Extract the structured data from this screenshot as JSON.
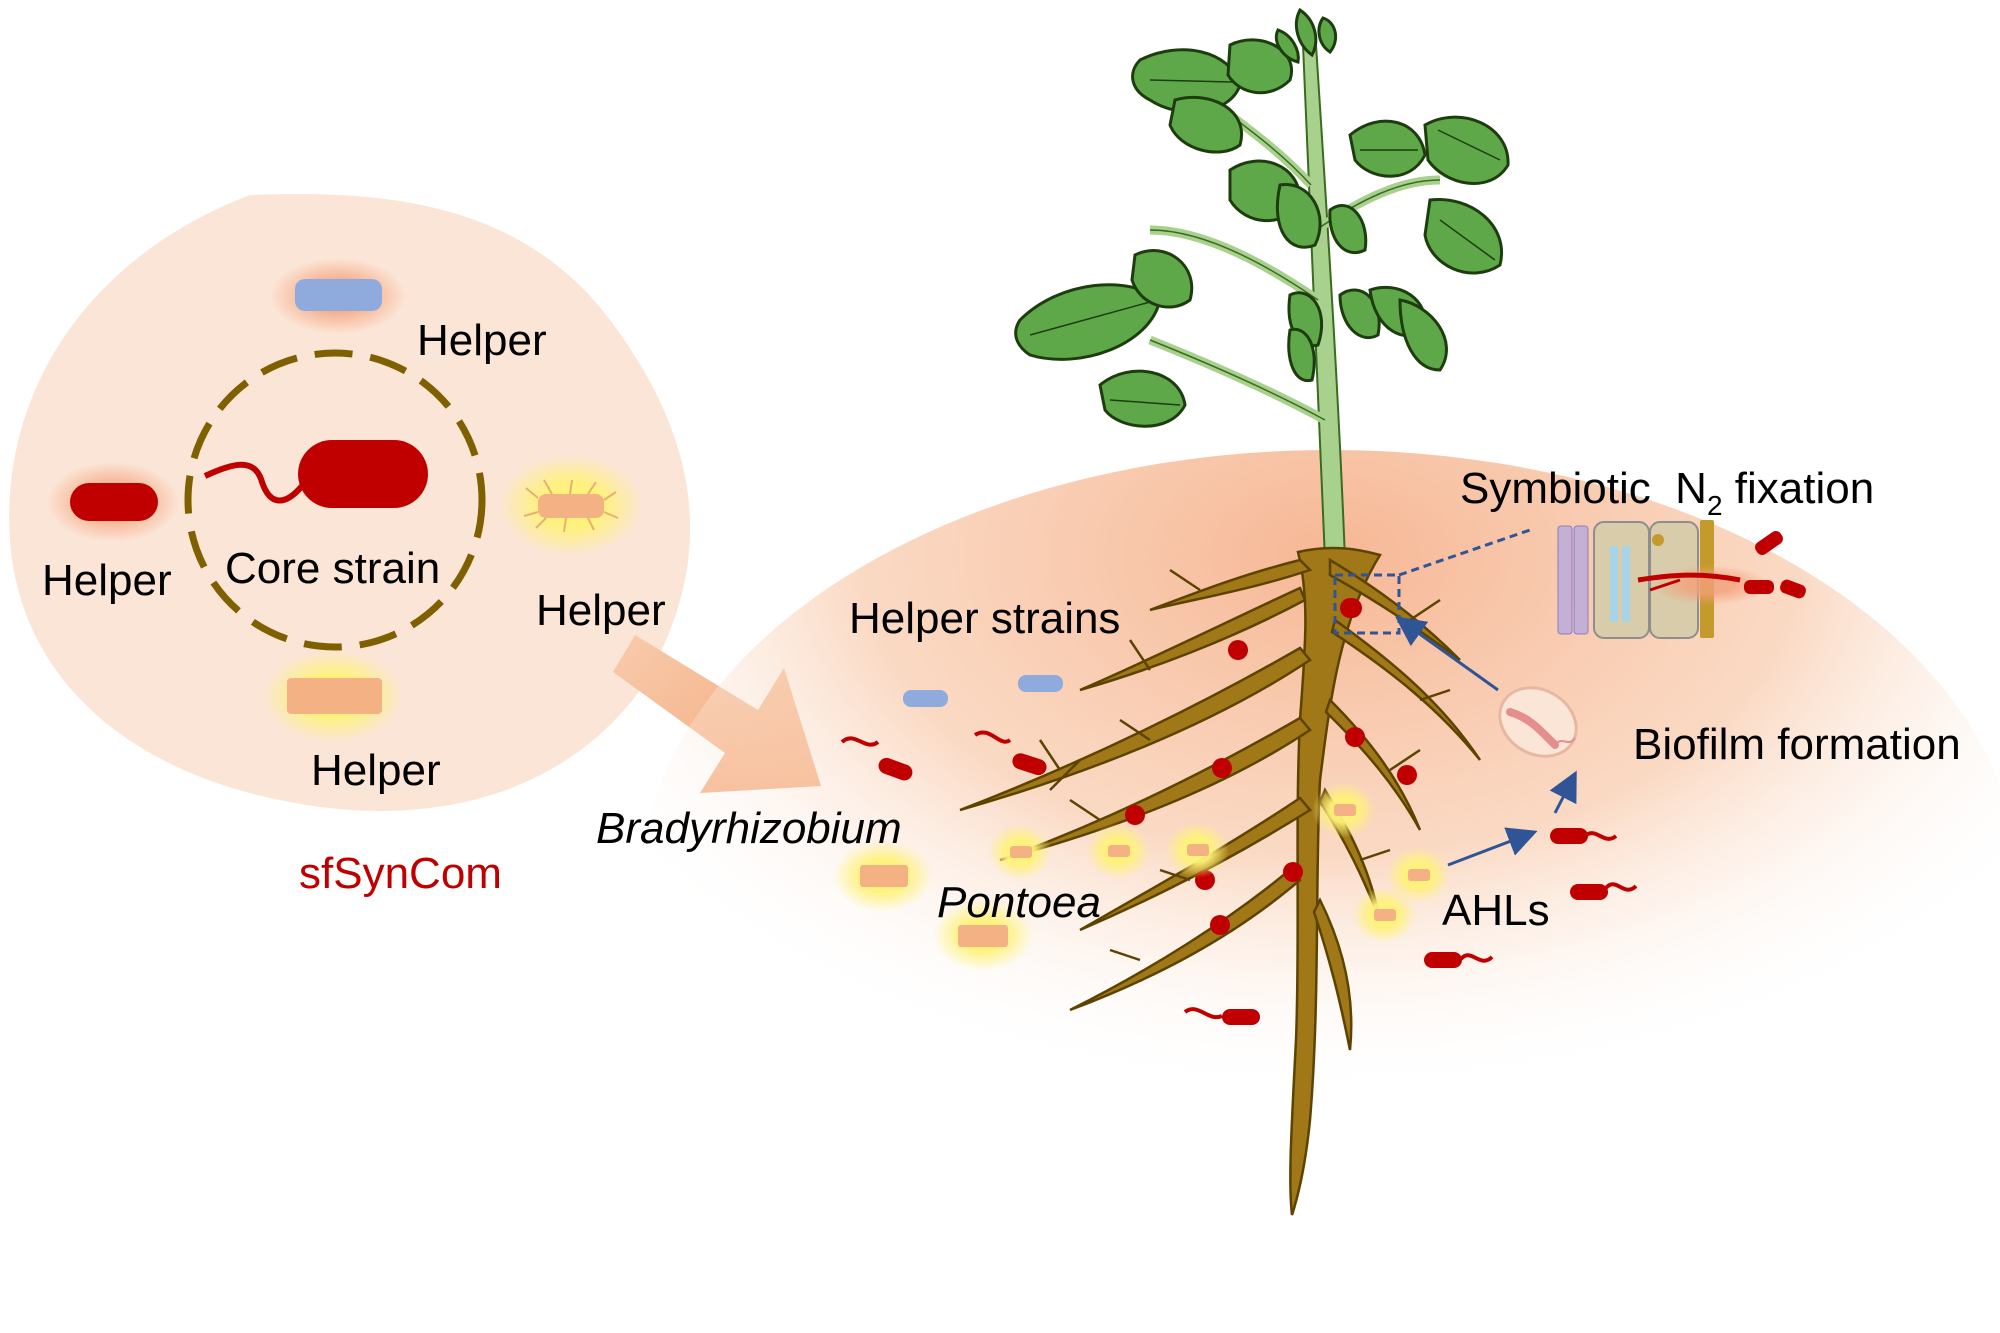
{
  "left_panel": {
    "core_label": "Core strain",
    "helper_top": "Helper",
    "helper_left": "Helper",
    "helper_right": "Helper",
    "helper_bottom": "Helper",
    "title": "sfSynCom"
  },
  "right_panel": {
    "helper_strains": "Helper strains",
    "bradyrhizobium": "Bradyrhizobium",
    "pontoea": "Pontoea",
    "ahls": "AHLs",
    "biofilm": "Biofilm formation",
    "symbiotic_prefix": "Symbiotic  N",
    "symbiotic_sub": "2",
    "symbiotic_suffix": " fixation"
  },
  "colors": {
    "core_red": "#c00000",
    "helper_blue": "#8faadc",
    "helper_orange": "#f4b183",
    "helper_glow": "#ffe66d",
    "root_brown": "#a07818",
    "leaf_green": "#5fa84a",
    "stem_green": "#a9d18e",
    "panel_bg": "#fbe5d6",
    "soil_peach": "#f8cbad"
  }
}
